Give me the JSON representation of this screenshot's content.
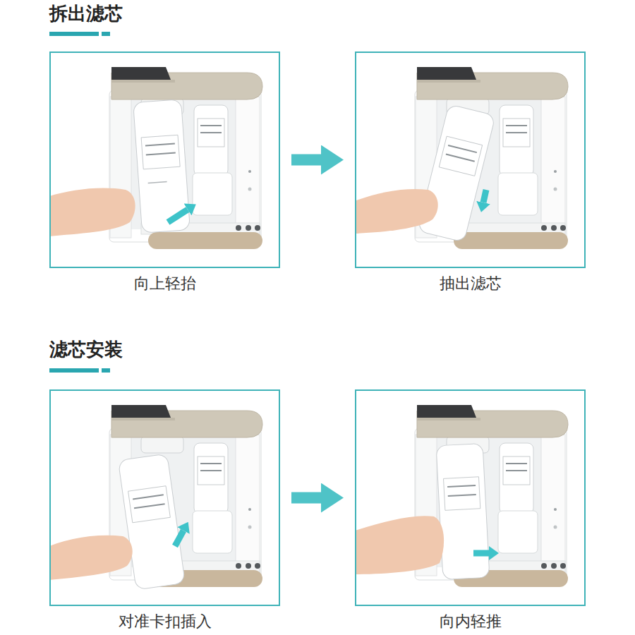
{
  "diagram": {
    "nodes": [
      {
        "text": [
          "向上轻抬"
        ]
      },
      {
        "text": [
          "抽出滤芯"
        ]
      },
      {
        "text": [
          "对准卡扣插入"
        ]
      },
      {
        "text": [
          "向内轻推"
        ]
      }
    ],
    "edges": [
      {
        "from": 0,
        "to": 1,
        "arrow": "to"
      },
      {
        "from": 2,
        "to": 3,
        "arrow": "to"
      }
    ],
    "labels": [
      "拆出滤芯",
      "滤芯安装"
    ]
  }
}
